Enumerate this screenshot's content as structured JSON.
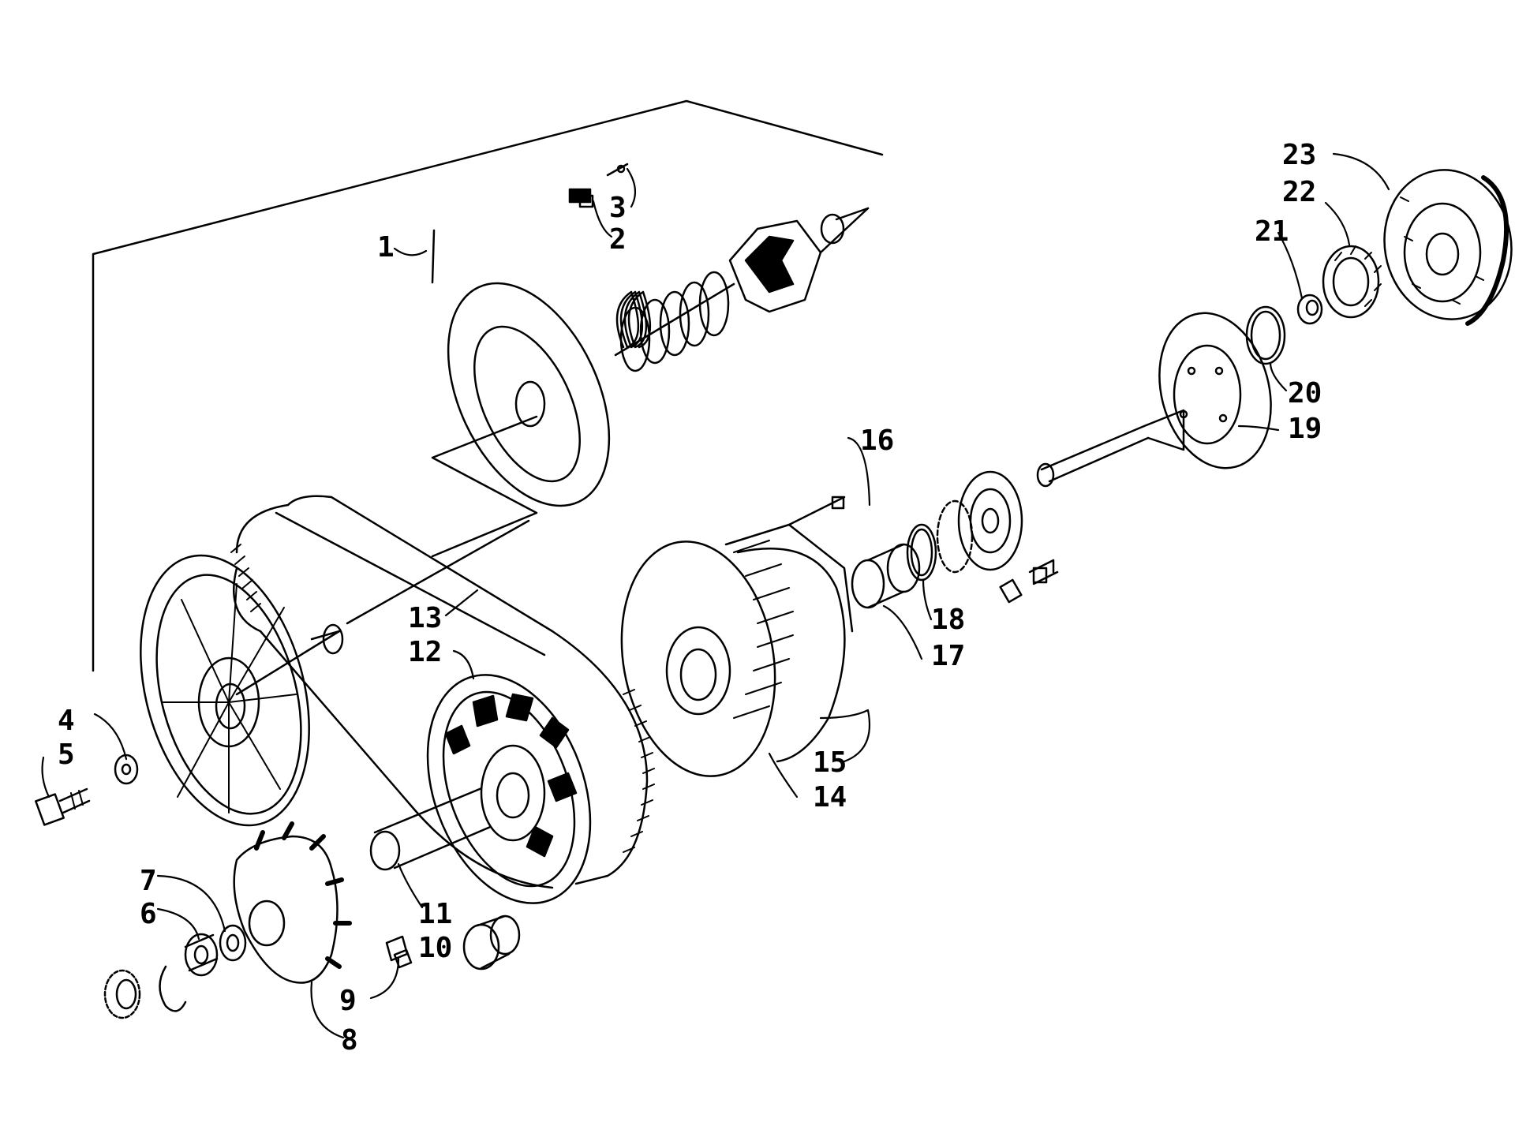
{
  "colors": {
    "ink": "#000000",
    "paper": "#ffffff",
    "shade": "#2a2a2a"
  },
  "callouts": [
    {
      "id": "1",
      "label": "1"
    },
    {
      "id": "2",
      "label": "2"
    },
    {
      "id": "3",
      "label": "3"
    },
    {
      "id": "4",
      "label": "4"
    },
    {
      "id": "5",
      "label": "5"
    },
    {
      "id": "6",
      "label": "6"
    },
    {
      "id": "7",
      "label": "7"
    },
    {
      "id": "8",
      "label": "8"
    },
    {
      "id": "9",
      "label": "9"
    },
    {
      "id": "10",
      "label": "10"
    },
    {
      "id": "11",
      "label": "11"
    },
    {
      "id": "12",
      "label": "12"
    },
    {
      "id": "13",
      "label": "13"
    },
    {
      "id": "14",
      "label": "14"
    },
    {
      "id": "15",
      "label": "15"
    },
    {
      "id": "16",
      "label": "16"
    },
    {
      "id": "17",
      "label": "17"
    },
    {
      "id": "18",
      "label": "18"
    },
    {
      "id": "19",
      "label": "19"
    },
    {
      "id": "20",
      "label": "20"
    },
    {
      "id": "21",
      "label": "21"
    },
    {
      "id": "22",
      "label": "22"
    },
    {
      "id": "23",
      "label": "23"
    }
  ]
}
